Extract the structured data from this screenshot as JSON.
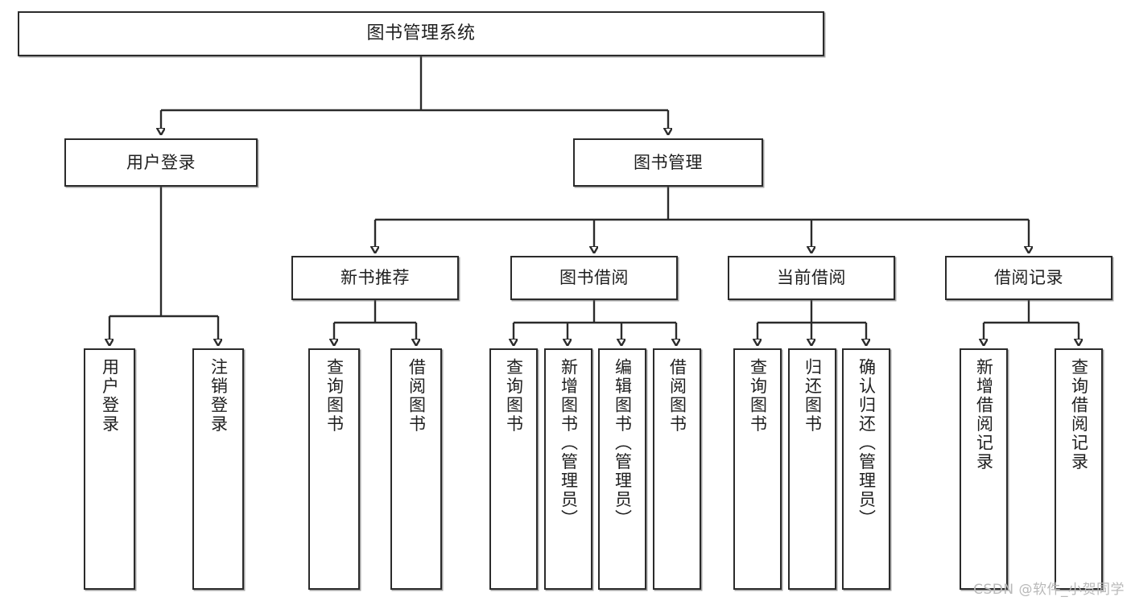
{
  "diagram": {
    "title": "图书管理系统",
    "type": "tree-hierarchy",
    "watermark": "CSDN @软件_小贺同学",
    "nodes": {
      "root": {
        "label": "图书管理系统"
      },
      "level2": [
        {
          "id": "user-login",
          "label": "用户登录"
        },
        {
          "id": "book-management",
          "label": "图书管理"
        }
      ],
      "level3": [
        {
          "id": "new-book-recommend",
          "label": "新书推荐"
        },
        {
          "id": "book-borrow",
          "label": "图书借阅"
        },
        {
          "id": "current-borrow",
          "label": "当前借阅"
        },
        {
          "id": "borrow-record",
          "label": "借阅记录"
        }
      ],
      "leaves": {
        "user_login": [
          {
            "id": "leaf-user-login",
            "label": "用户登录"
          },
          {
            "id": "leaf-logout-login",
            "label": "注销登录"
          }
        ],
        "new_book_recommend": [
          {
            "id": "leaf-query-book-1",
            "label": "查询图书"
          },
          {
            "id": "leaf-borrow-book-1",
            "label": "借阅图书"
          }
        ],
        "book_borrow": [
          {
            "id": "leaf-query-book-2",
            "label": "查询图书"
          },
          {
            "id": "leaf-add-book-admin",
            "label": "新增图书（管理员）"
          },
          {
            "id": "leaf-edit-book-admin",
            "label": "编辑图书（管理员）"
          },
          {
            "id": "leaf-borrow-book-2",
            "label": "借阅图书"
          }
        ],
        "current_borrow": [
          {
            "id": "leaf-query-book-3",
            "label": "查询图书"
          },
          {
            "id": "leaf-return-book",
            "label": "归还图书"
          },
          {
            "id": "leaf-confirm-return-admin",
            "label": "确认归还（管理员）"
          }
        ],
        "borrow_record": [
          {
            "id": "leaf-add-borrow-record",
            "label": "新增借阅记录"
          },
          {
            "id": "leaf-query-borrow-record",
            "label": "查询借阅记录"
          }
        ]
      }
    },
    "colors": {
      "stroke": "#2b2b2b",
      "fill": "#ffffff",
      "text": "#1f1f1f",
      "watermark": "#b9b9b9"
    }
  }
}
